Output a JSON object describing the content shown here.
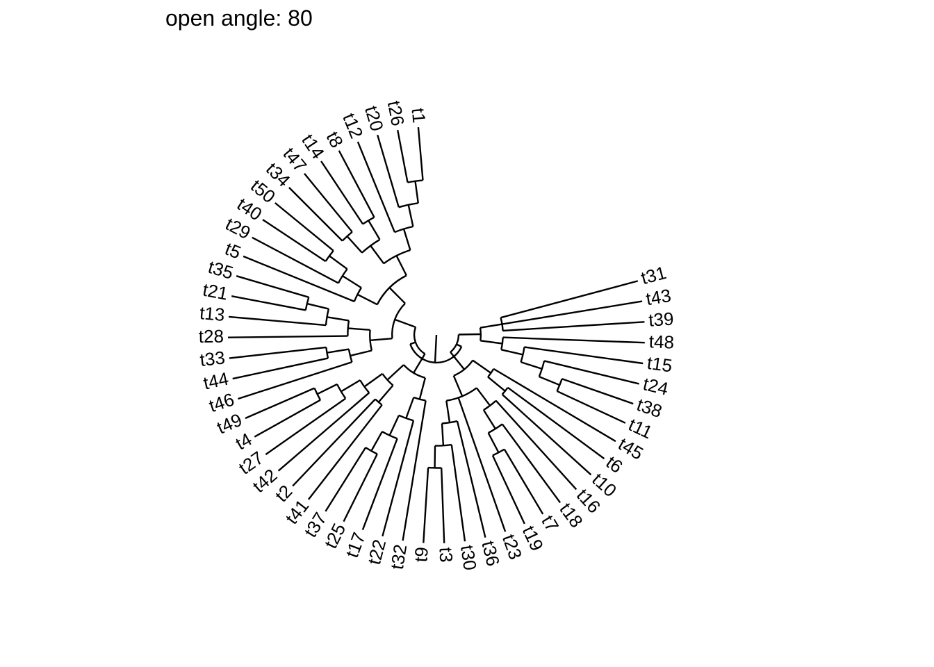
{
  "title": "open angle: 80",
  "tree": {
    "layout": "fan",
    "open_angle": 80,
    "tips": [
      "t31",
      "t43",
      "t39",
      "t48",
      "t15",
      "t24",
      "t38",
      "t11",
      "t45",
      "t6",
      "t10",
      "t16",
      "t18",
      "t7",
      "t19",
      "t23",
      "t36",
      "t30",
      "t3",
      "t9",
      "t32",
      "t22",
      "t17",
      "t25",
      "t37",
      "t41",
      "t2",
      "t42",
      "t27",
      "t4",
      "t49",
      "t46",
      "t44",
      "t33",
      "t28",
      "t13",
      "t21",
      "t35",
      "t5",
      "t29",
      "t40",
      "t50",
      "t34",
      "t47",
      "t14",
      "t8",
      "t12",
      "t20",
      "t26",
      "t1"
    ],
    "newick": "((((t31,t43,t39),(t48,(t15,(t24,(t38,t11))))),((t45,(t6,t10)),((t16,(t18,(t7,t19))),t23,(t36,(t30,(t3,t9)))))),(((t32,(t22,(t17,(t25,t37)))),((t41,t2),(t42,(t27,(t4,t49))))),(((t46,(t44,t33)),(t28,(t13,(t21,t35)))),((t5,(t29,(t40,t50))),(((t34,t47),(t14,t8)),(t12,(t20,(t26,t1))))))));"
  }
}
